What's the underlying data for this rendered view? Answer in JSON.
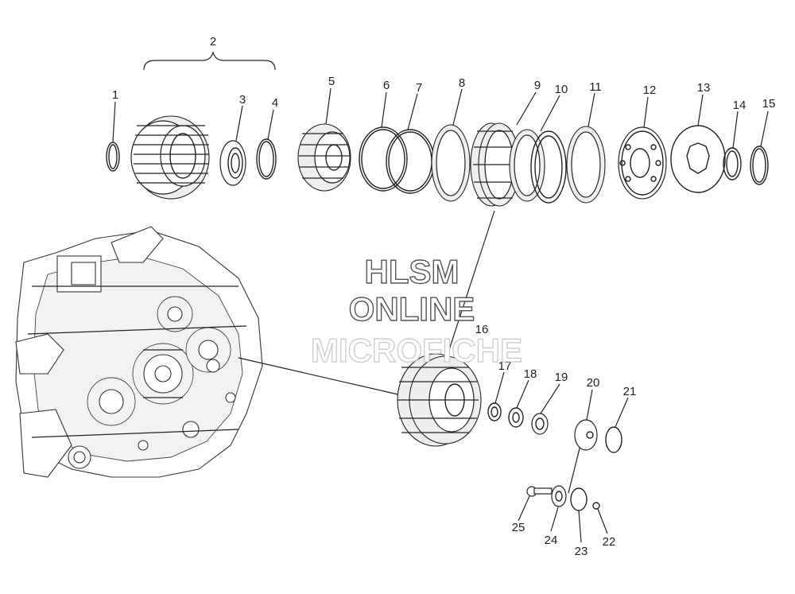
{
  "diagram": {
    "group_label": "2",
    "callouts": [
      "1",
      "3",
      "4",
      "5",
      "6",
      "7",
      "8",
      "9",
      "10",
      "11",
      "12",
      "13",
      "14",
      "15",
      "16",
      "17",
      "18",
      "19",
      "20",
      "21",
      "22",
      "23",
      "24",
      "25"
    ],
    "watermark": {
      "line1": "HLSM",
      "line2": "ONLINE",
      "line3": "MICROFICHE"
    },
    "colors": {
      "ink": "#222222",
      "background": "#ffffff",
      "watermark_faint": "#c8c8c8"
    }
  }
}
